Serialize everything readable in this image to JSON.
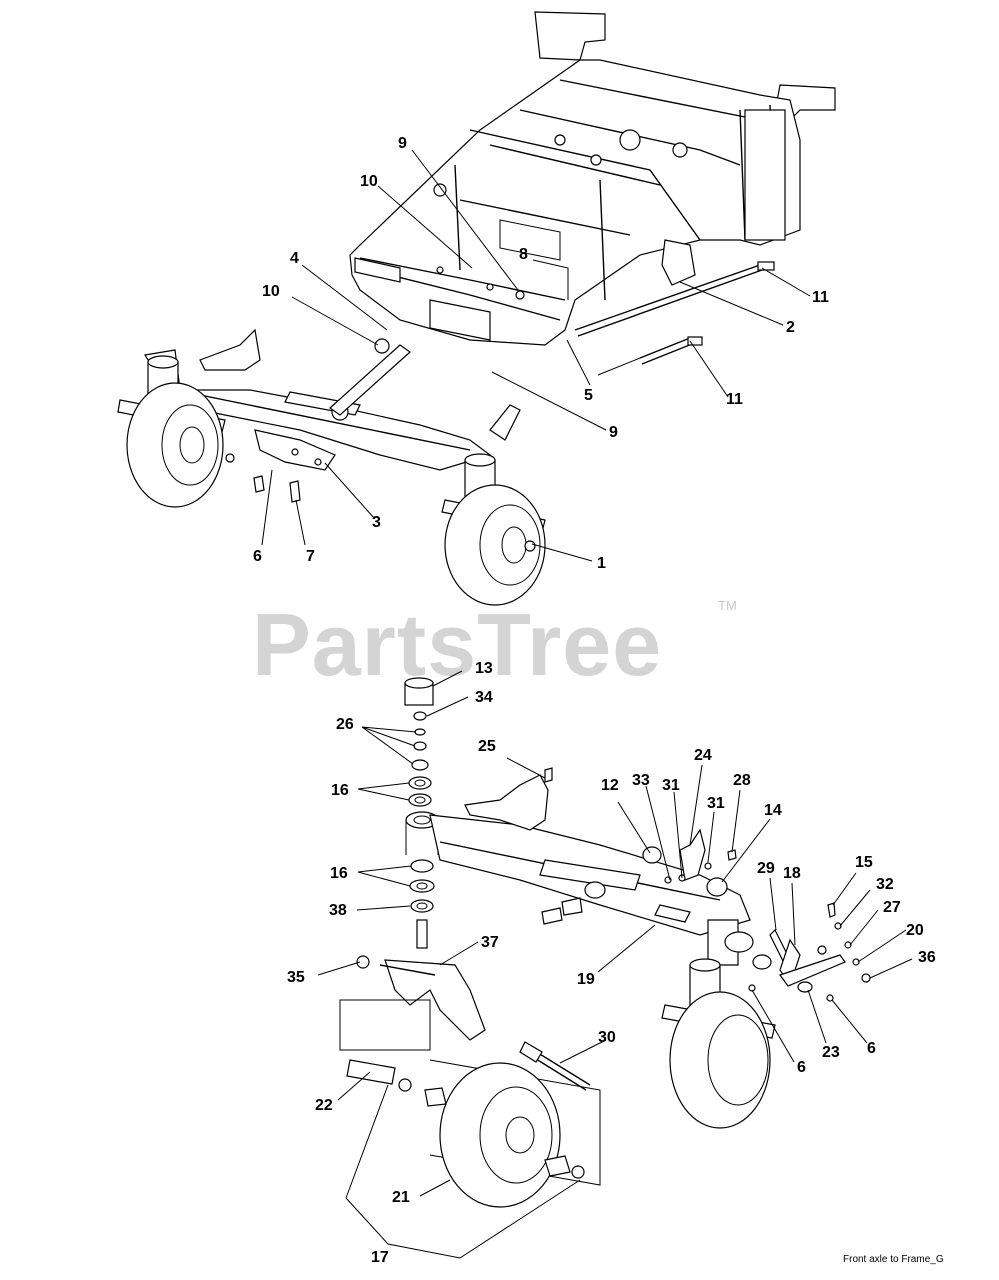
{
  "watermark": {
    "text": "PartsTree",
    "tm": "TM"
  },
  "footer": {
    "caption": "Front axle to Frame_G"
  },
  "callouts": {
    "top": [
      "9",
      "10",
      "8",
      "4",
      "10",
      "11",
      "2",
      "5",
      "11",
      "9",
      "3",
      "6",
      "7",
      "1"
    ],
    "bottom": [
      "13",
      "34",
      "26",
      "25",
      "33",
      "24",
      "12",
      "31",
      "31",
      "28",
      "16",
      "14",
      "16",
      "29",
      "18",
      "15",
      "32",
      "38",
      "27",
      "37",
      "20",
      "36",
      "35",
      "19",
      "30",
      "23",
      "6",
      "6",
      "22",
      "21",
      "17"
    ]
  },
  "colors": {
    "line": "#000000",
    "watermark": "#d4d4d4",
    "background": "#ffffff"
  }
}
